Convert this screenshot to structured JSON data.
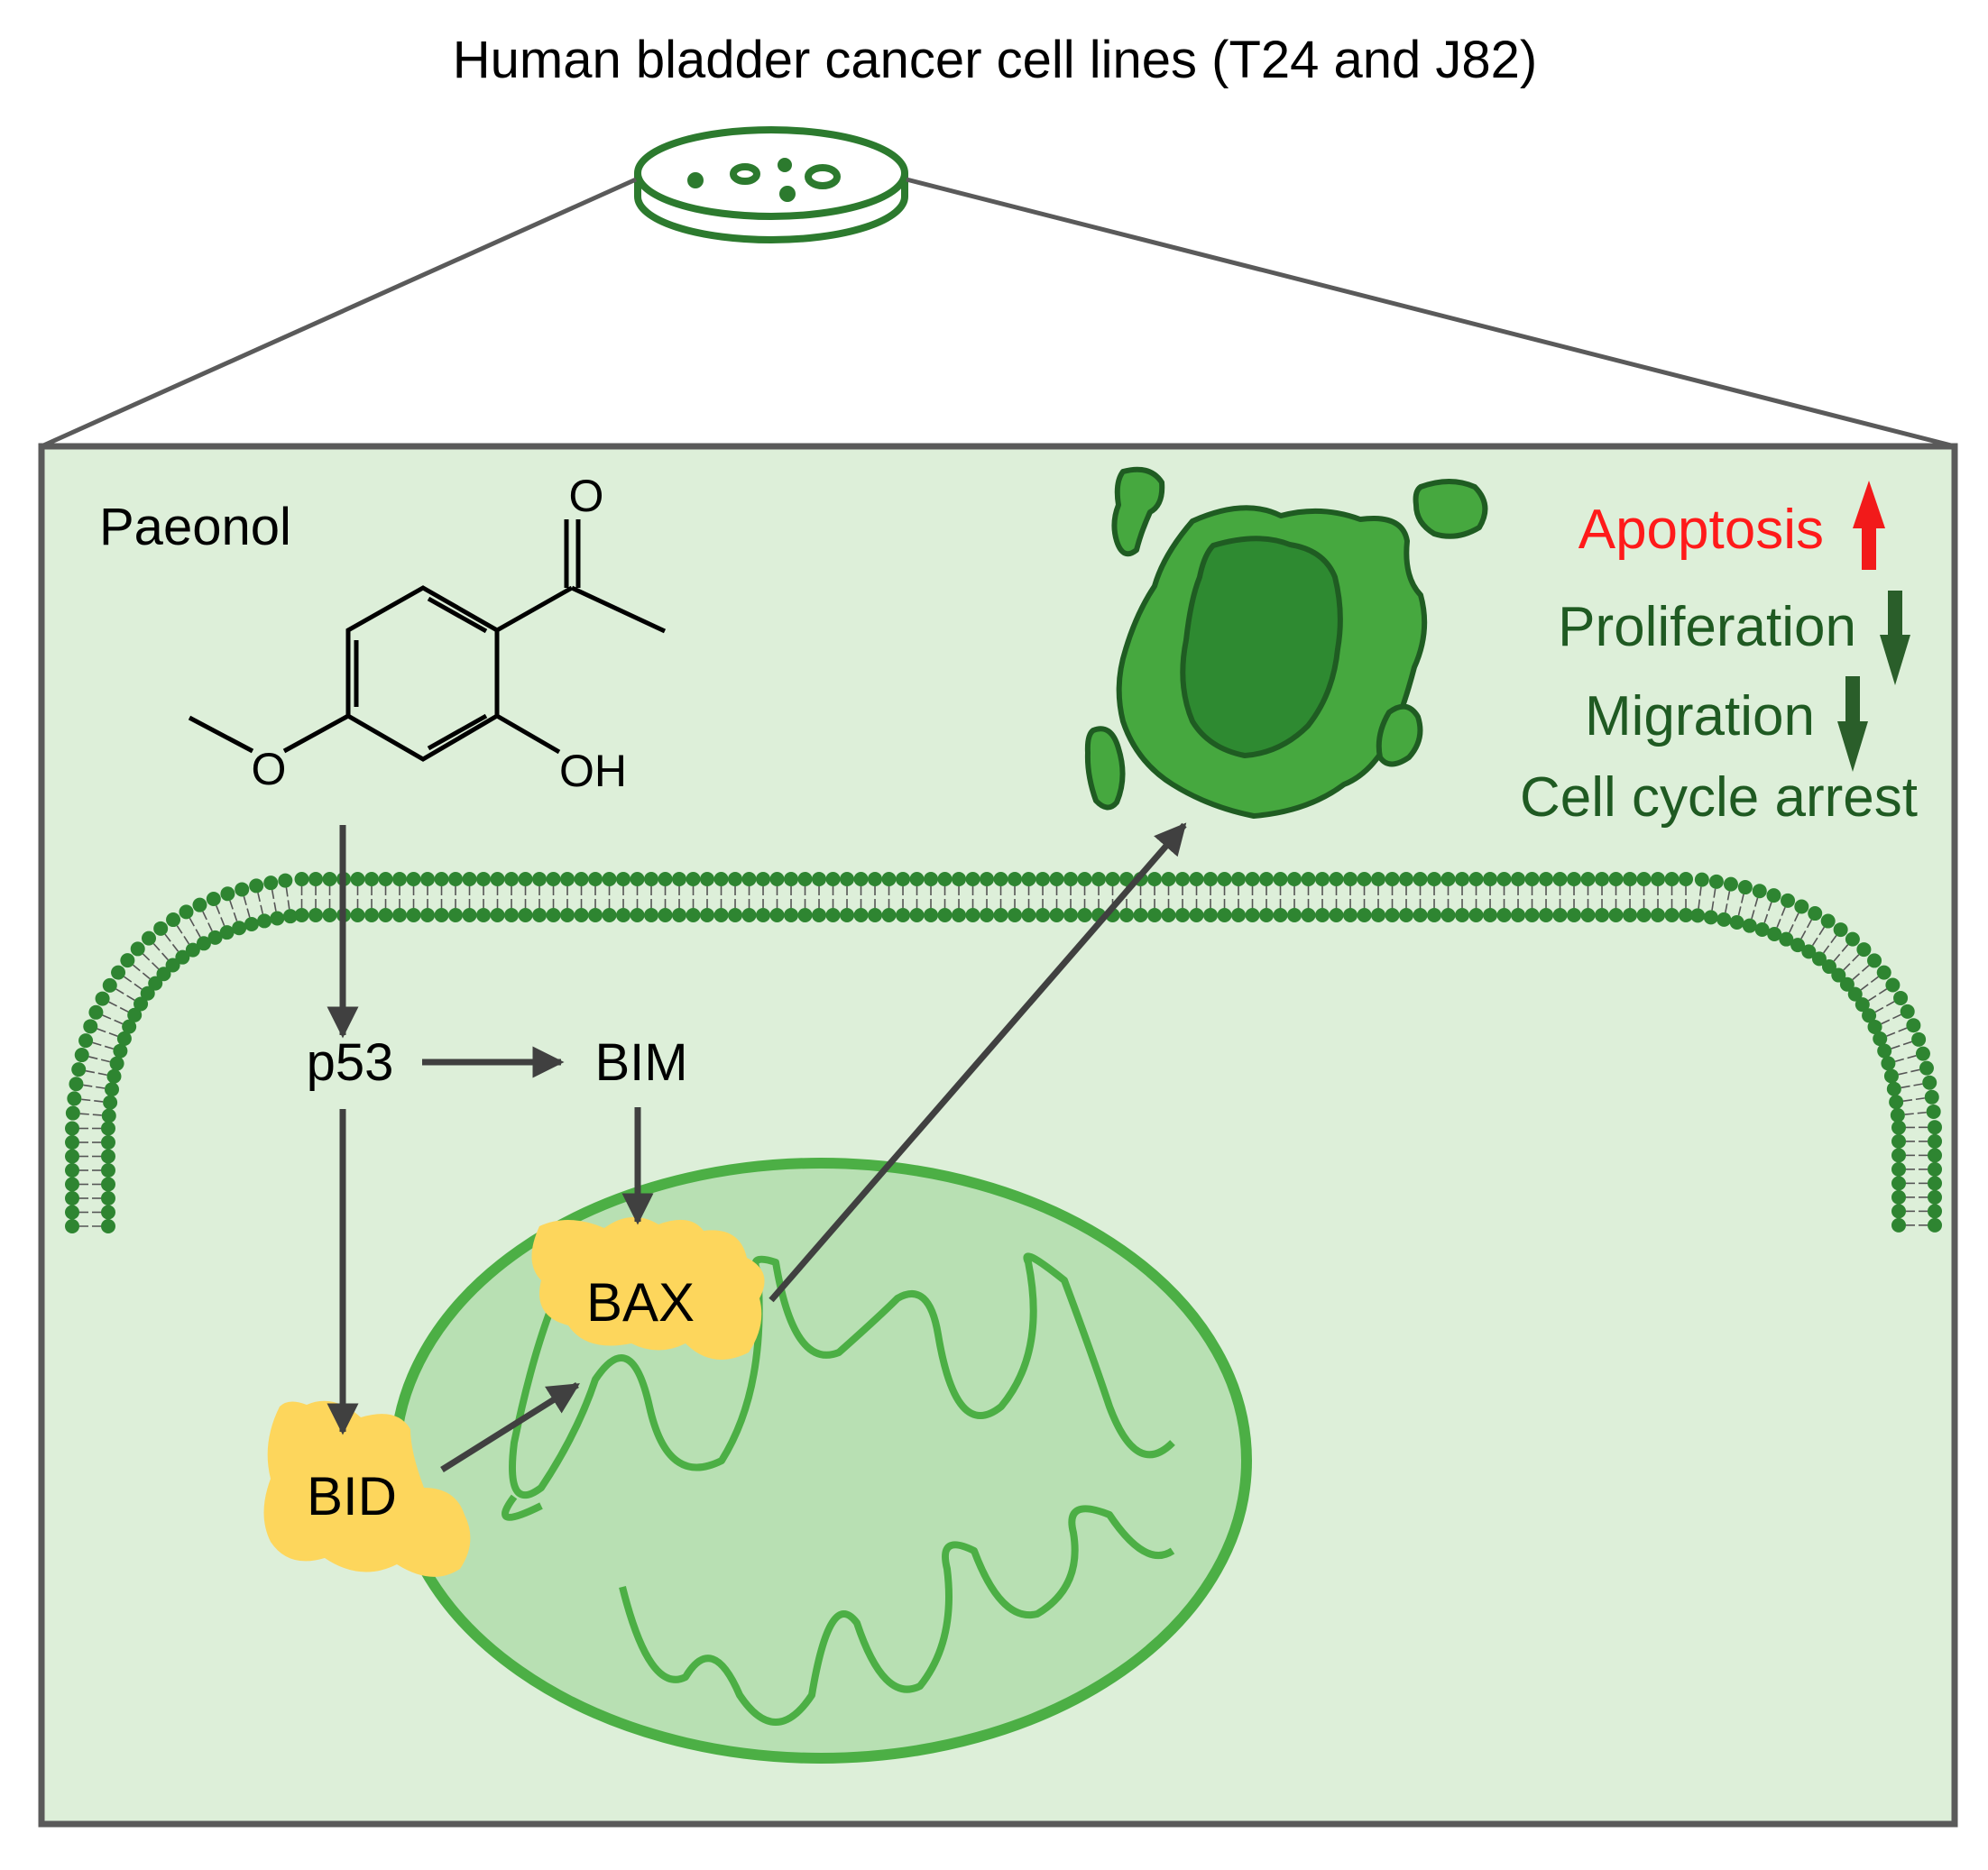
{
  "title": "Human bladder cancer cell lines (T24 and J82)",
  "compound": {
    "name": "Paeonol",
    "atoms": {
      "carbonyl_o": "O",
      "methoxy_o": "O",
      "hydroxyl": "OH"
    }
  },
  "nodes": {
    "p53": "p53",
    "bim": "BIM",
    "bax": "BAX",
    "bid": "BID"
  },
  "outcomes": {
    "apoptosis": "Apoptosis",
    "proliferation": "Proliferation",
    "migration": "Migration",
    "cell_cycle": "Cell cycle arrest"
  },
  "arrow_directions": {
    "apoptosis": "up",
    "proliferation": "down",
    "migration": "down"
  },
  "colors": {
    "background": "#ddefd9",
    "frame": "#5a5a5a",
    "membrane": "#2e8531",
    "mitochondrion_fill": "#b8e0b3",
    "mitochondrion_stroke": "#4caf45",
    "protein_fill": "#fdd65c",
    "apoptotic_cell_outer": "#46a83f",
    "apoptotic_cell_inner": "#2e8a31",
    "cell_outline": "#1f5c22",
    "arrow": "#404040",
    "up_arrow": "#f21a1a",
    "down_arrow": "#2a5e2a",
    "apoptosis_text": "#ff1a1a",
    "outcome_text": "#1f5a22",
    "dish": "#2c7a2e"
  },
  "icons": [
    "petri-dish-icon",
    "lipid-bilayer-icon",
    "mitochondrion-icon",
    "apoptotic-cell-icon",
    "up-arrow-icon",
    "down-arrow-icon"
  ]
}
